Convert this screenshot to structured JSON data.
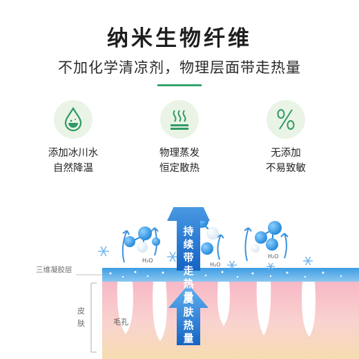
{
  "header": {
    "title": "纳米生物纤维",
    "subtitle": "不加化学清凉剂，物理层面带走热量"
  },
  "features": [
    {
      "icon": "water-drop-icon",
      "line1": "添加冰川水",
      "line2": "自然降温"
    },
    {
      "icon": "steam-icon",
      "line1": "物理蒸发",
      "line2": "恒定散热"
    },
    {
      "icon": "percent-icon",
      "line1": "无添加",
      "line2": "不易致敏"
    }
  ],
  "diagram": {
    "up_arrow_text": "持续带走热量",
    "skin_arrow_text": "皮肤热量",
    "layer_label": "三维凝胶层",
    "skin_label_1": "皮",
    "skin_label_2": "肤",
    "pore_label": "毛孔",
    "molecule_label": "H₂O"
  },
  "colors": {
    "accent_green": "#33a36d",
    "icon_bg": "#eaf4e6",
    "arrow_blue": "#1d7ad8",
    "skin_pink": "#f6c6cf",
    "skin_yellow": "#f6dcb0",
    "gel_blue": "#2f8fdd"
  }
}
